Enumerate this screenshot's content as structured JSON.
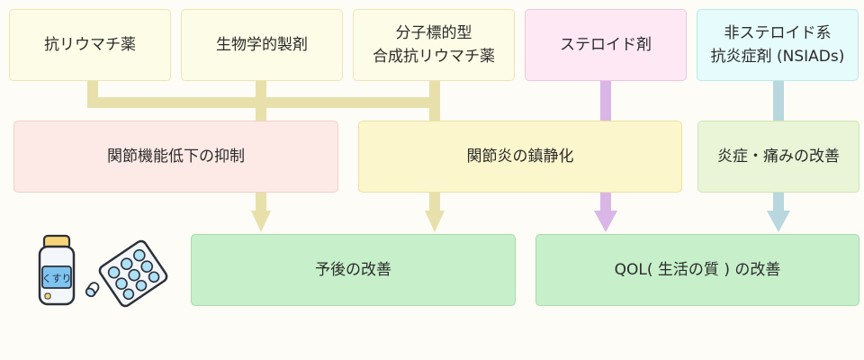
{
  "drugs": {
    "dmard": "抗リウマチ薬",
    "biologic": "生物学的製剤",
    "targeted_line1": "分子標的型",
    "targeted_line2": "合成抗リウマチ薬",
    "steroid": "ステロイド剤",
    "nsaid_line1": "非ステロイド系",
    "nsaid_line2": "抗炎症剤 (NSIADs)"
  },
  "effects": {
    "function": "関節機能低下の抑制",
    "inflammation": "関節炎の鎮静化",
    "pain": "炎症・痛みの改善"
  },
  "outcomes": {
    "prognosis": "予後の改善",
    "qol": "QOL( 生活の質 ) の改善"
  },
  "illustration": {
    "bottle_label": "くすり"
  },
  "colors": {
    "dmard_group": "#fdfce6",
    "steroid": "#fde8f4",
    "nsaid": "#e6fbfb",
    "effect_function": "#fdeae6",
    "effect_inflammation": "#fcf6cc",
    "effect_pain": "#e9f5d6",
    "outcome": "#c6efca",
    "connector_dmard": "#e8e0ab",
    "connector_steroid": "#dab6e6",
    "connector_nsaid": "#b8d7de"
  }
}
